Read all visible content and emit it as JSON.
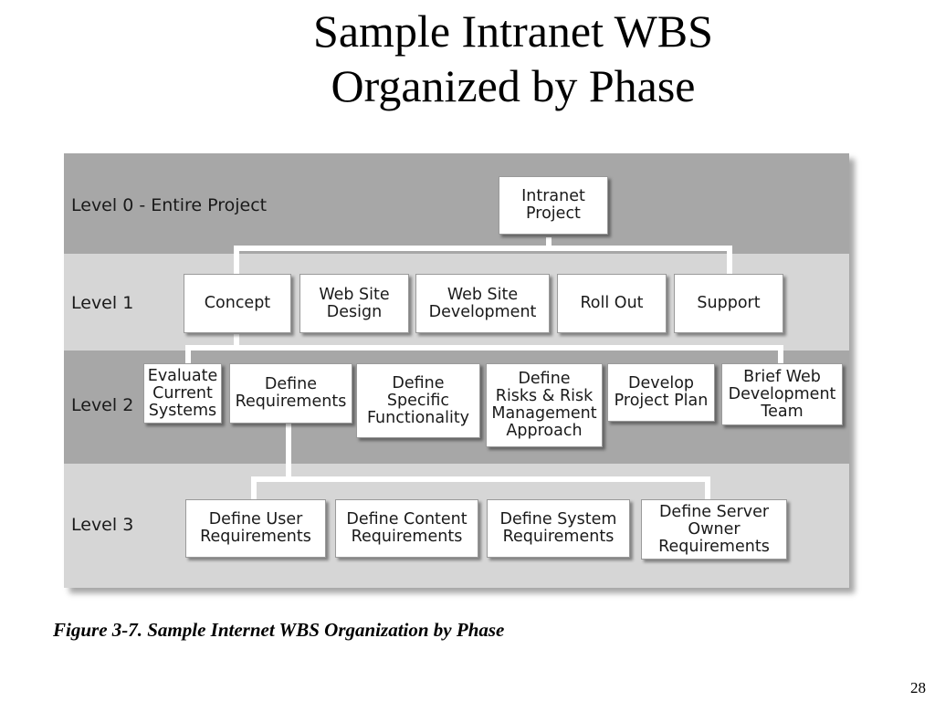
{
  "slide": {
    "title_line1": "Sample Intranet WBS",
    "title_line2": "Organized by Phase",
    "caption": "Figure 3-7. Sample Internet WBS Organization by Phase",
    "page_number": "28"
  },
  "levels": [
    "Level 0 - Entire Project",
    "Level 1",
    "Level 2",
    "Level 3"
  ],
  "nodes": {
    "intranet_project": "Intranet\nProject",
    "concept": "Concept",
    "web_site_design": "Web Site\nDesign",
    "web_site_development": "Web Site\nDevelopment",
    "roll_out": "Roll Out",
    "support": "Support",
    "evaluate_current_systems": "Evaluate\nCurrent\nSystems",
    "define_requirements": "Define\nRequirements",
    "define_specific_functionality": "Define\nSpecific\nFunctionality",
    "define_risks": "Define\nRisks & Risk\nManagement\nApproach",
    "develop_project_plan": "Develop\nProject Plan",
    "brief_web_development_team": "Brief Web\nDevelopment\nTeam",
    "define_user_requirements": "Define User\nRequirements",
    "define_content_requirements": "Define Content\nRequirements",
    "define_system_requirements": "Define System\nRequirements",
    "define_server_owner_requirements": "Define Server\nOwner\nRequirements"
  },
  "colors": {
    "band_dark": "#a7a7a7",
    "band_light": "#d6d6d6",
    "node_fill": "#ffffff",
    "connector": "#ffffff"
  }
}
